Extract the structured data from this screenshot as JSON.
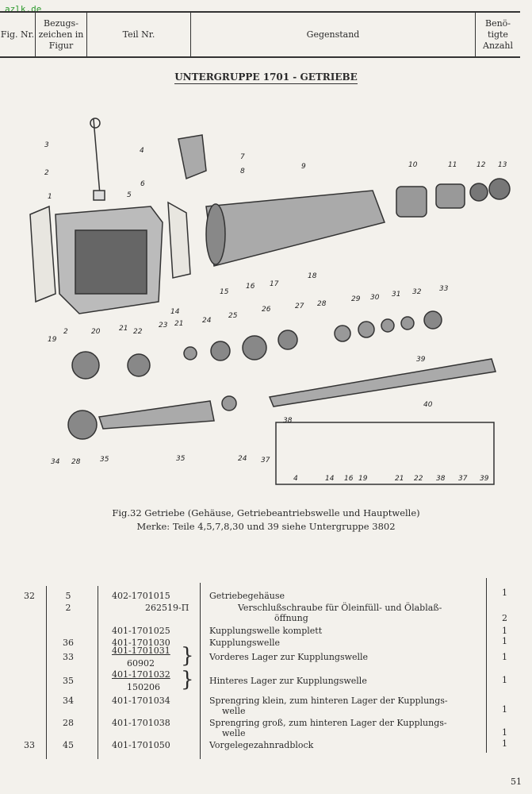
{
  "watermark": "azlk.de",
  "header": {
    "fig": "Fig. Nr.",
    "ref": "Bezugs- zeichen in Figur",
    "part": "Teil Nr.",
    "item": "Gegenstand",
    "qty": "Benö- tigte Anzahl"
  },
  "title": "UNTERGRUPPE 1701 - GETRIEBE",
  "figure": {
    "callouts": [
      "1",
      "2",
      "3",
      "4",
      "5",
      "6",
      "7",
      "8",
      "9",
      "10",
      "11",
      "12",
      "13",
      "14",
      "15",
      "16",
      "17",
      "18",
      "19",
      "2",
      "20",
      "21",
      "22",
      "23",
      "21",
      "24",
      "25",
      "26",
      "27",
      "28",
      "29",
      "30",
      "31",
      "32",
      "33",
      "39",
      "40",
      "38",
      "37",
      "24",
      "35",
      "34",
      "28",
      "35"
    ],
    "inset_callouts": [
      "4",
      "14",
      "16",
      "19",
      "21",
      "22",
      "38",
      "37",
      "39"
    ]
  },
  "caption": {
    "line1": "Fig.32 Getriebe (Gehäuse, Getriebeantriebswelle und Hauptwelle)",
    "line2": "Merke: Teile 4,5,7,8,30 und 39 siehe Untergruppe 3802"
  },
  "rows": [
    {
      "fig": "32",
      "ref": "5",
      "part": "402-1701015",
      "desc": "Getriebegehäuse",
      "qty": "1"
    },
    {
      "fig": "",
      "ref": "2",
      "part": "262519-П",
      "desc": "Verschlußschraube für Öleinfüll- und Ölablaß-",
      "desc2": "öffnung",
      "qty": "2"
    },
    {
      "fig": "",
      "ref": "",
      "part": "401-1701025",
      "desc": "Kupplungswelle komplett",
      "qty": "1"
    },
    {
      "fig": "",
      "ref": "36",
      "part": "401-1701030",
      "desc": "Kupplungswelle",
      "qty": "1"
    },
    {
      "fig": "",
      "ref": "33",
      "part": "401-1701031",
      "part2": "60902",
      "desc": "Vorderes Lager zur Kupplungswelle",
      "qty": "1"
    },
    {
      "fig": "",
      "ref": "35",
      "part": "401-1701032",
      "part2": "150206",
      "desc": "Hinteres Lager zur Kupplungswelle",
      "qty": "1"
    },
    {
      "fig": "",
      "ref": "34",
      "part": "401-1701034",
      "desc": "Sprengring klein, zum hinteren Lager der Kupplungs-",
      "desc2": "welle",
      "qty": "1"
    },
    {
      "fig": "",
      "ref": "28",
      "part": "401-1701038",
      "desc": "Sprengring groß, zum hinteren Lager der Kupplungs-",
      "desc2": "welle",
      "qty": "1"
    },
    {
      "fig": "33",
      "ref": "45",
      "part": "401-1701050",
      "desc": "Vorgelegezahnradblock",
      "qty": "1"
    }
  ],
  "page_number": "51"
}
